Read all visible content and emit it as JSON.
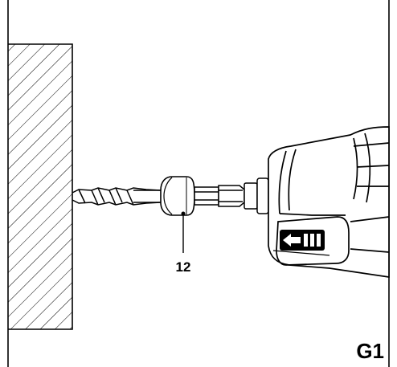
{
  "figure": {
    "part_callout": "12",
    "figure_label": "G1"
  },
  "parts": {
    "wall": "hatched-wall",
    "drill_bit": "drill-bit",
    "depth_stop": "depth-stop-collar",
    "bit_adapter": "hex-bit-adapter",
    "drill": "power-drill",
    "direction_indicator": "rotation-direction-arrow-icon"
  }
}
